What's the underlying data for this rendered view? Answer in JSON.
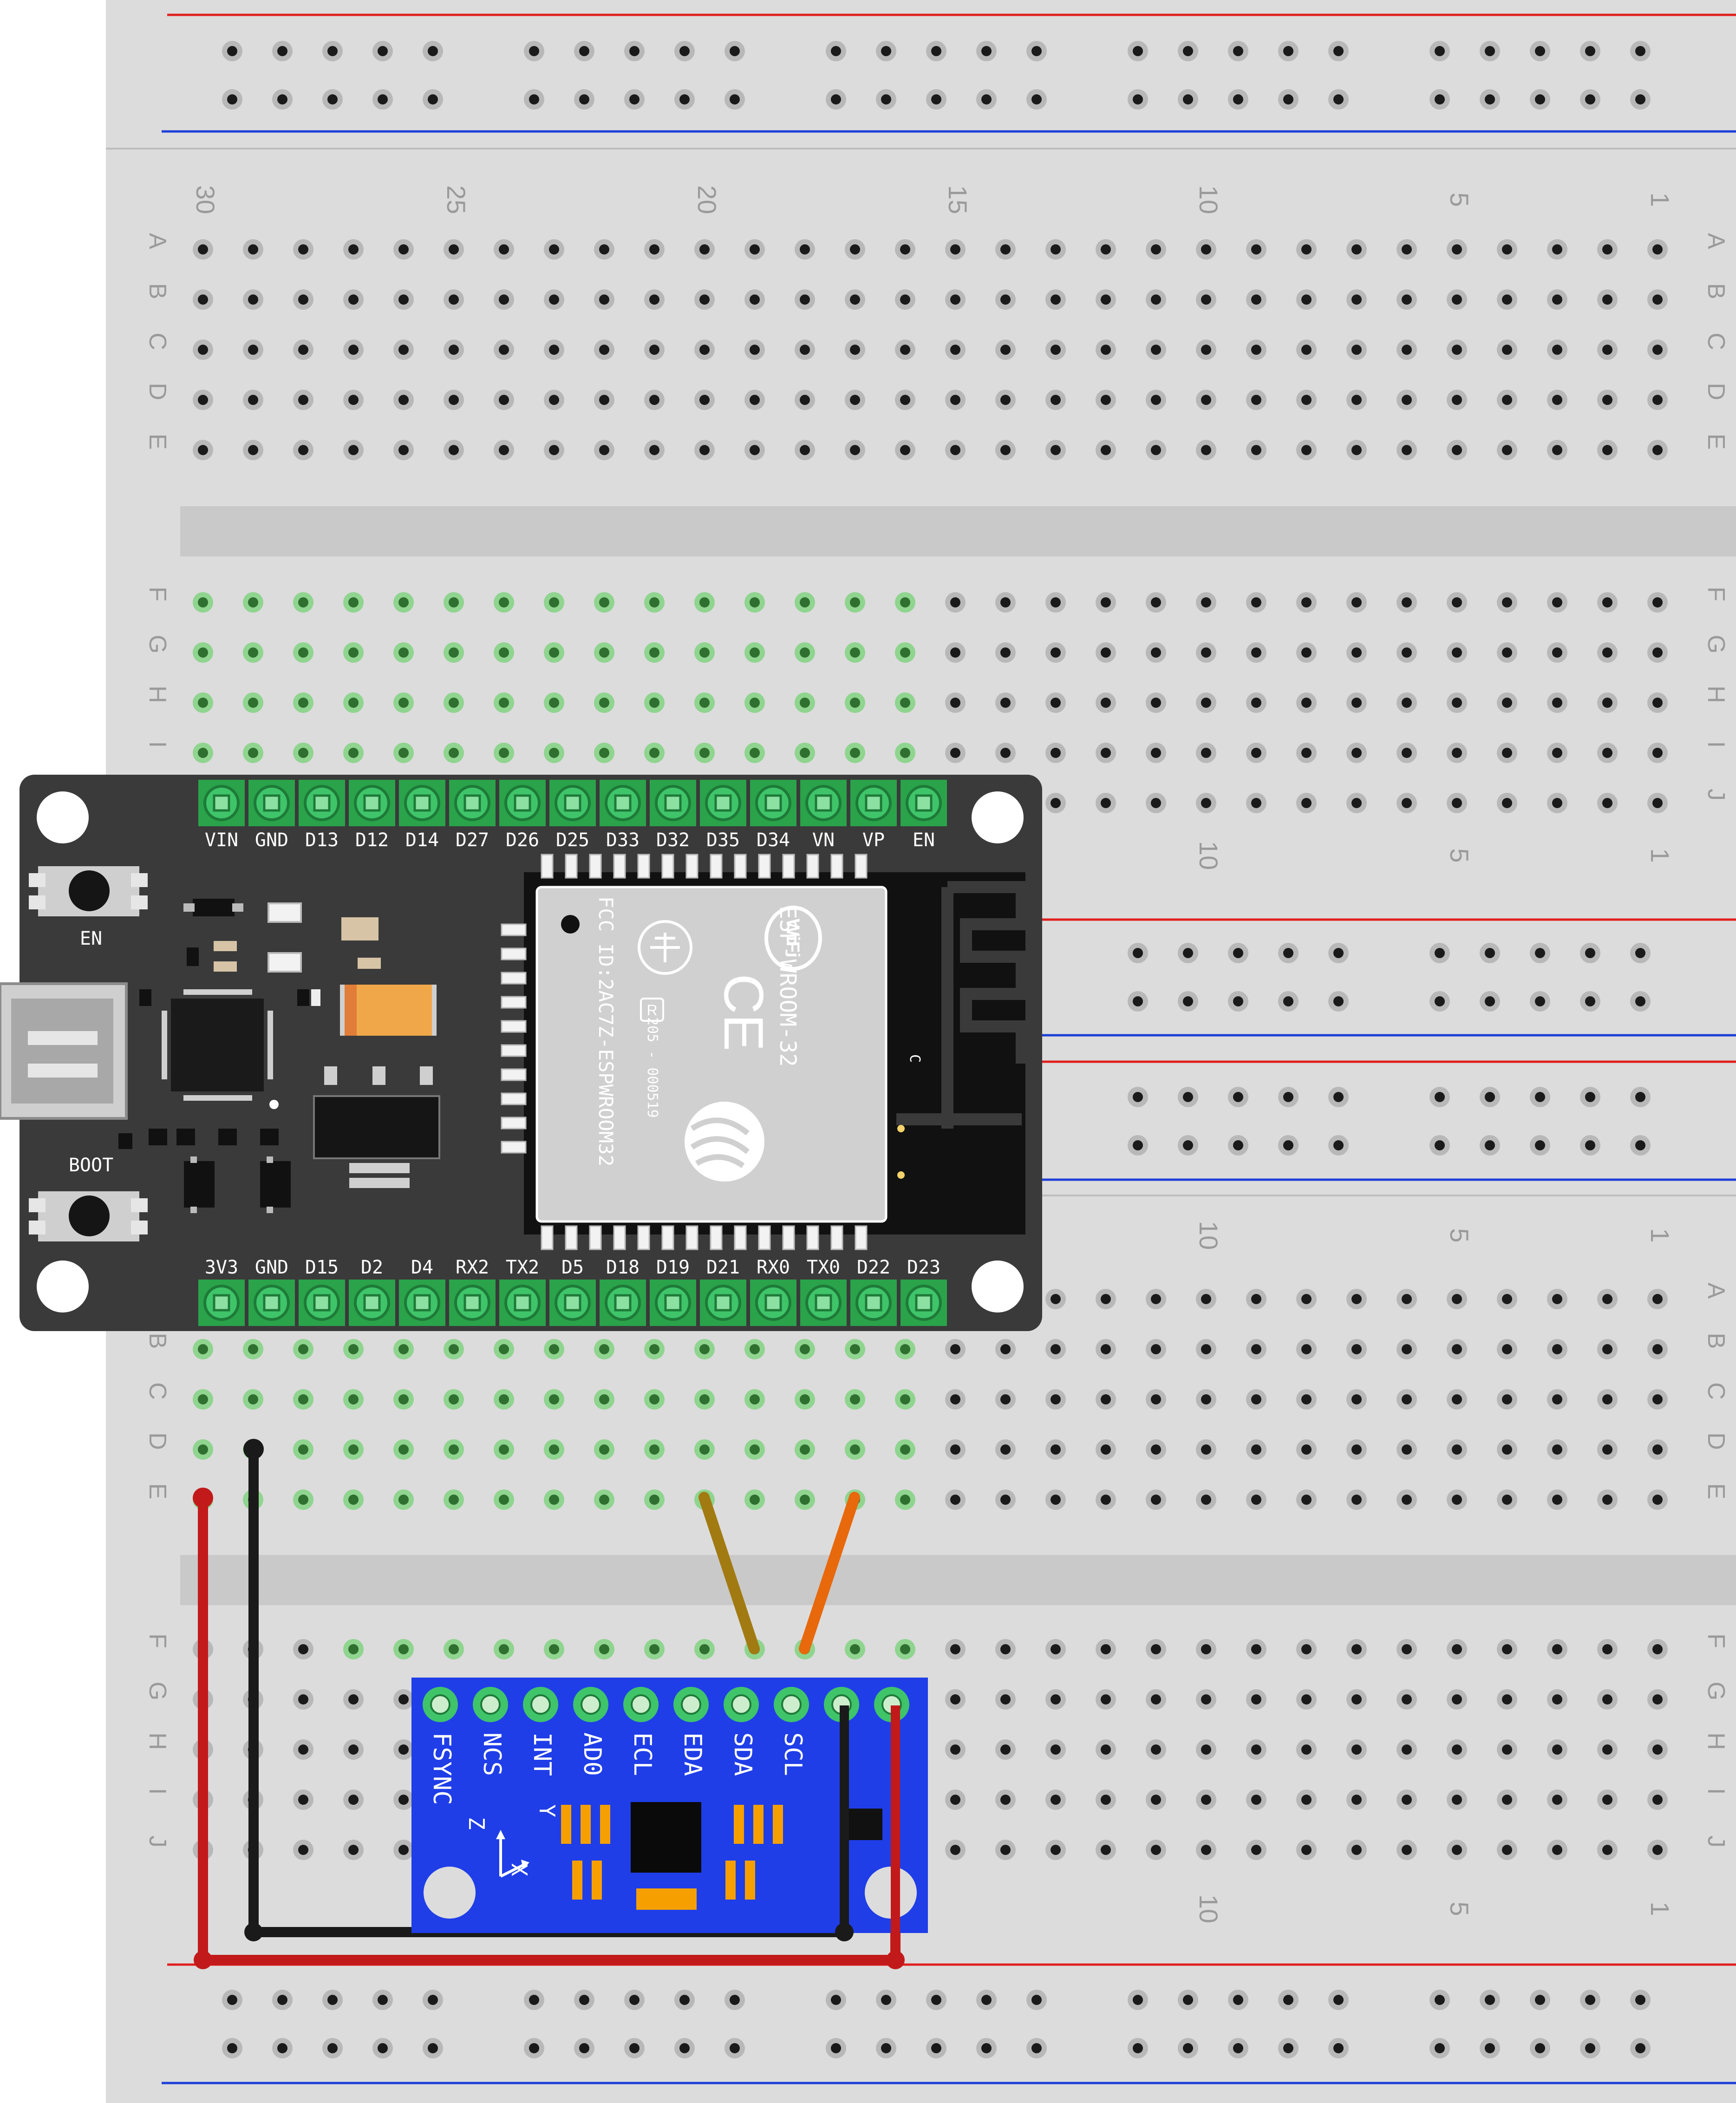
{
  "breadboard": {
    "column_numbers": [
      "30",
      "25",
      "20",
      "15",
      "10",
      "5",
      "1"
    ],
    "row_letters_top": [
      "A",
      "B",
      "C",
      "D",
      "E"
    ],
    "row_letters_bottom": [
      "F",
      "G",
      "H",
      "I",
      "J"
    ],
    "colors": {
      "board": "#dcdcdc",
      "hole": "#1a1a1a",
      "hole_ring": "#b8b8b8",
      "active_ring": "#8fd48f",
      "rail_red": "#e0201e",
      "rail_blue": "#1e3fd8"
    }
  },
  "esp32": {
    "top_pins": [
      "VIN",
      "GND",
      "D13",
      "D12",
      "D14",
      "D27",
      "D26",
      "D25",
      "D33",
      "D32",
      "D35",
      "D34",
      "VN",
      "VP",
      "EN"
    ],
    "bottom_pins": [
      "3V3",
      "GND",
      "D15",
      "D2",
      "D4",
      "RX2",
      "TX2",
      "D5",
      "D18",
      "D19",
      "D21",
      "RX0",
      "TX0",
      "D22",
      "D23"
    ],
    "buttons": {
      "en_label": "EN",
      "boot_label": "BOOT"
    },
    "module": {
      "name": "ESP-WROOM-32",
      "fcc_id": "FCC ID:2AC7Z-ESPWROOM32",
      "cert_code": "205 - 000519",
      "r_mark": "R",
      "ce_mark": "CE",
      "wifi_mark": "WiFi",
      "antenna_mark": "C"
    },
    "colors": {
      "board": "#3a3a3a",
      "pin_pad": "#2aa34a",
      "shield": "#d0d0d0"
    }
  },
  "sensor": {
    "pins": [
      "FSYNC",
      "NCS",
      "INT",
      "AD0",
      "ECL",
      "EDA",
      "SDA",
      "SCL",
      "",
      ""
    ],
    "axes": {
      "y": "Y",
      "z": "Z",
      "x": "X"
    },
    "colors": {
      "board": "#1f3ee8",
      "pad": "#f5a000",
      "chip": "#0a0a0a"
    }
  },
  "wires": [
    {
      "name": "3V3 to sensor VCC",
      "color": "#c21a1a"
    },
    {
      "name": "GND to sensor GND",
      "color": "#1a1a1a"
    },
    {
      "name": "D21 to SDA",
      "color": "#a27a12"
    },
    {
      "name": "D22 to SCL",
      "color": "#e8680c"
    }
  ]
}
